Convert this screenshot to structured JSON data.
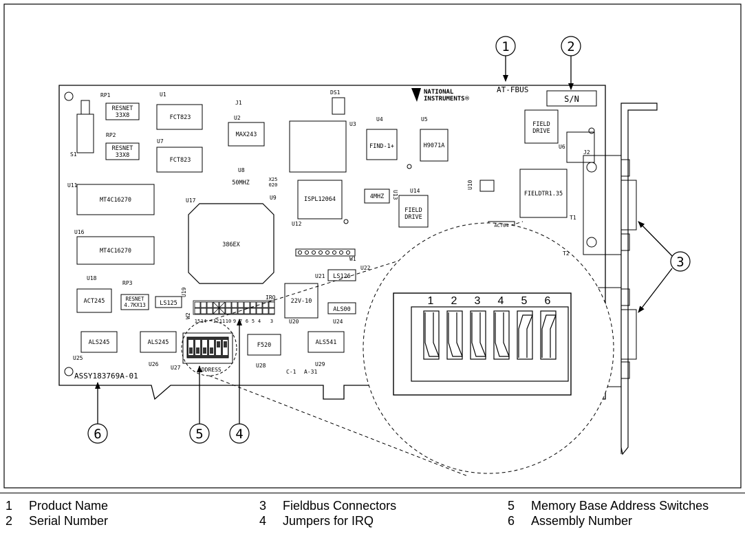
{
  "board": {
    "product_name": "AT-FBUS",
    "brand_line1": "NATIONAL",
    "brand_line2": "INSTRUMENTS",
    "serial_box": "S/N",
    "assembly_number": "ASSY183769A-01",
    "silkscreen": {
      "rp1": "RP1",
      "rp2": "RP2",
      "rp3": "RP3",
      "s1": "S1",
      "j1": "J1",
      "j2": "J2",
      "ds1": "DS1",
      "u1": "U1",
      "u2": "U2",
      "u3": "U3",
      "u4": "U4",
      "u5": "U5",
      "u6": "U6",
      "u7": "U7",
      "u8": "U8",
      "u9": "U9",
      "u10": "U10",
      "u11": "U11",
      "u12": "U12",
      "u13": "U13",
      "u14": "U14",
      "u16": "U16",
      "u17": "U17",
      "u18": "U18",
      "u19": "U19",
      "u20": "U20",
      "u21": "U21",
      "u22": "U22",
      "u24": "U24",
      "u25": "U25",
      "u26": "U26",
      "u27": "U27",
      "u28": "U28",
      "u29": "U29",
      "t1": "T1",
      "t2": "T2",
      "w1": "W1",
      "w2": "W2",
      "irq": "IRQ",
      "address": "ADDRESS",
      "c1": "C-1",
      "a31": "A-31"
    },
    "chips": {
      "resnet1_a": "RESNET",
      "resnet1_b": "33X8",
      "resnet2_a": "RESNET",
      "resnet2_b": "33X8",
      "resnet3_a": "RESNET",
      "resnet3_b": "4.7KX13",
      "fct823_1": "FCT823",
      "fct823_2": "FCT823",
      "max243": "MAX243",
      "osc50": "50MHZ",
      "x25": "X25",
      "x25b": "020",
      "find": "FIND-1+",
      "h9071a": "H9071A",
      "field_drive_1a": "FIELD",
      "field_drive_1b": "DRIVE",
      "field_drive_2a": "FIELD",
      "field_drive_2b": "DRIVE",
      "mt1": "MT4C16270",
      "mt2": "MT4C16270",
      "cpu": "386EX",
      "ispl": "ISPL12064",
      "mhz4": "4MHZ",
      "fieldtr": "FIELDTR1.35",
      "act245": "ACT245",
      "ls125": "LS125",
      "ls126": "LS126",
      "pal": "22V-10",
      "als00": "ALS00",
      "als245_1": "ALS245",
      "als245_2": "ALS245",
      "f520": "F520",
      "als541": "ALS541",
      "act04": "ACT04"
    },
    "irq_jumper_labels": [
      "15",
      "14",
      "12",
      "11",
      "10",
      "9",
      "7",
      "6",
      "5",
      "4",
      "3"
    ]
  },
  "switch_zoom": {
    "numbers": [
      "1",
      "2",
      "3",
      "4",
      "5",
      "6"
    ]
  },
  "callouts": [
    "1",
    "2",
    "3",
    "4",
    "5",
    "6"
  ],
  "legend": {
    "items": [
      {
        "num": "1",
        "label": "Product Name"
      },
      {
        "num": "2",
        "label": "Serial Number"
      },
      {
        "num": "3",
        "label": "Fieldbus Connectors"
      },
      {
        "num": "4",
        "label": "Jumpers for IRQ"
      },
      {
        "num": "5",
        "label": "Memory Base Address Switches"
      },
      {
        "num": "6",
        "label": "Assembly Number"
      }
    ]
  }
}
